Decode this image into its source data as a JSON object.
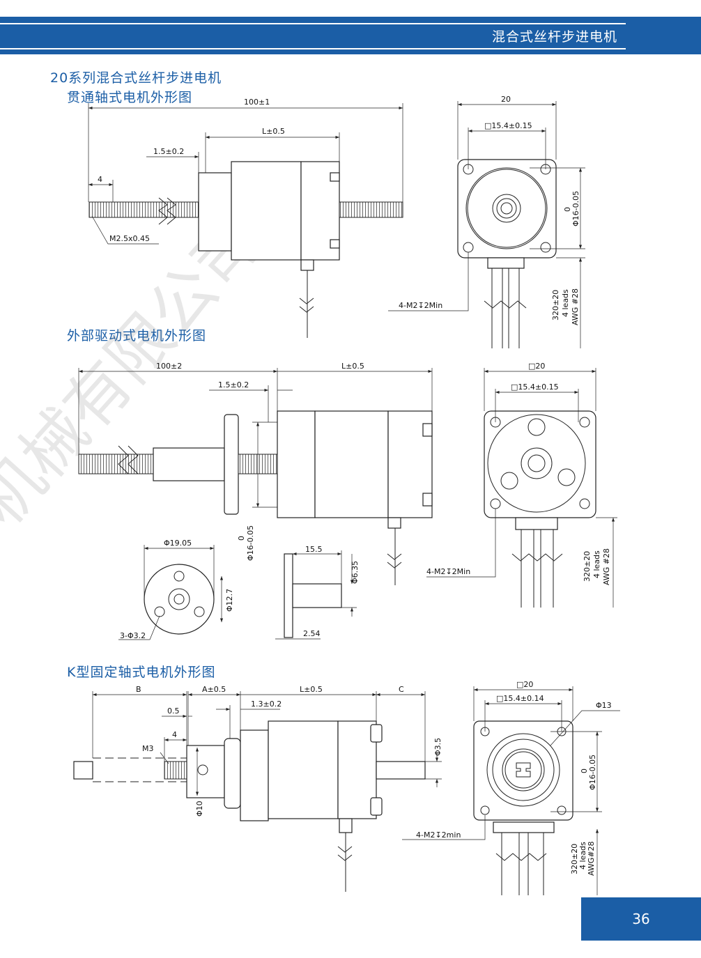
{
  "header": {
    "title": "混合式丝杆步进电机"
  },
  "sections": {
    "series_title": "20系列混合式丝杆步进电机",
    "s1_title": "贯通轴式电机外形图",
    "s2_title": "外部驱动式电机外形图",
    "s3_title": "K型固定轴式电机外形图"
  },
  "watermark": "机械有限公司",
  "s1": {
    "overall": "100±1",
    "body_len": "L±0.5",
    "boss": "1.5±0.2",
    "end": "4",
    "thread": "M2.5x0.45",
    "width": "20",
    "hole_pitch": "□15.4±0.15",
    "pilot_tol": "0",
    "pilot": "Φ16-0.05",
    "mount_holes": "4-M2↧2Min",
    "lead_len": "320±20",
    "leads": "4 leads",
    "awg": "AWG #28"
  },
  "s2": {
    "overall": "100±2",
    "body_len": "L±0.5",
    "boss": "1.5±0.2",
    "pilot_tol": "0",
    "pilot": "Φ16-0.05",
    "width": "□20",
    "hole_pitch": "□15.4±0.15",
    "nut_od": "Φ19.05",
    "nut_bc": "Φ12.7",
    "nut_holes": "3-Φ3.2",
    "nut_len": "15.5",
    "nut_dia": "Φ6.35",
    "nut_flange": "2.54",
    "mount_holes": "4-M2↧2Min",
    "lead_len": "320±20",
    "leads": "4 leads",
    "awg": "AWG #28"
  },
  "s3": {
    "b": "B",
    "a": "A±0.5",
    "body_len": "L±0.5",
    "c": "C",
    "gap": "0.5",
    "thread_len": "4",
    "thread": "M3",
    "boss": "1.3±0.2",
    "shaft": "Φ3.5",
    "nut": "Φ10",
    "width": "□20",
    "hole_pitch": "□15.4±0.14",
    "hub": "Φ13",
    "pilot_tol": "0",
    "pilot": "Φ16-0.05",
    "mount_holes": "4-M2↧2min",
    "lead_len": "320±20",
    "leads": "4 leads",
    "awg": "AWG#28"
  },
  "page_number": "36"
}
